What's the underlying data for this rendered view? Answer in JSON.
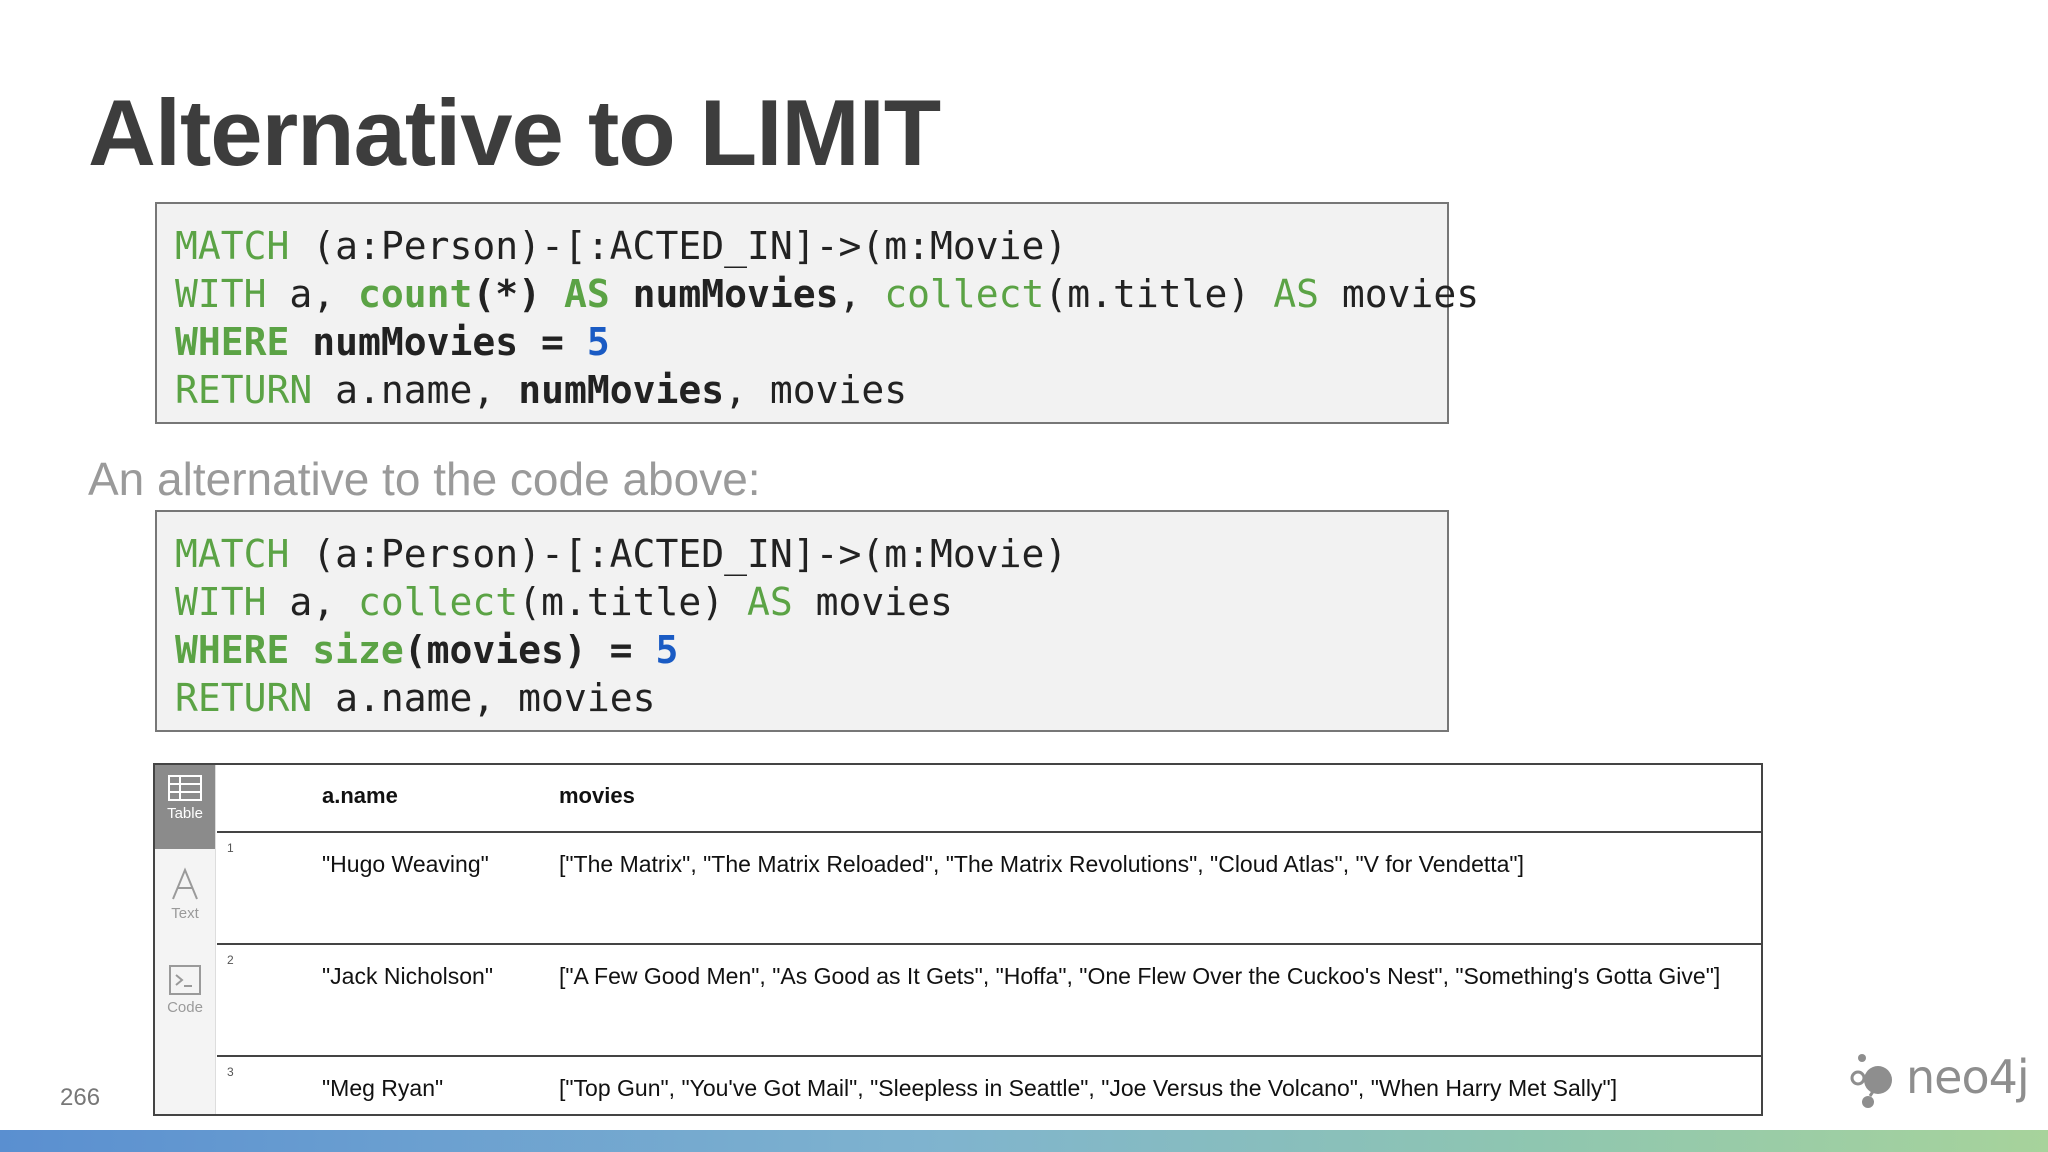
{
  "title": "Alternative to LIMIT",
  "subtitle": "An alternative to the code above:",
  "code1": {
    "l1_kw": "MATCH",
    "l1_rest": " (a:Person)-[:ACTED_IN]->(m:Movie)",
    "l2_kw": "WITH",
    "l2_a": " a, ",
    "l2_count": "count",
    "l2_star": "(*) ",
    "l2_as1": "AS",
    "l2_num": " numMovies",
    "l2_comma": ", ",
    "l2_collect": "collect",
    "l2_arg": "(m.title) ",
    "l2_as2": "AS",
    "l2_movies": " movies",
    "l3_kw": "WHERE",
    "l3_num": " numMovies = ",
    "l3_val": "5",
    "l4_kw": "RETURN",
    "l4_a": " a.name, ",
    "l4_num": "numMovies",
    "l4_rest": ", movies"
  },
  "code2": {
    "l1_kw": "MATCH",
    "l1_rest": " (a:Person)-[:ACTED_IN]->(m:Movie)",
    "l2_kw": "WITH",
    "l2_a": " a, ",
    "l2_collect": "collect",
    "l2_arg": "(m.title) ",
    "l2_as": "AS",
    "l2_movies": " movies",
    "l3_kw": "WHERE",
    "l3_size": " size",
    "l3_arg": "(movies) = ",
    "l3_val": "5",
    "l4_kw": "RETURN",
    "l4_rest": " a.name, movies"
  },
  "results": {
    "tabs": {
      "table": "Table",
      "text": "Text",
      "code": "Code"
    },
    "columns": [
      "a.name",
      "movies"
    ],
    "rows": [
      {
        "num": "1",
        "name": "\"Hugo Weaving\"",
        "movies": "[\"The Matrix\", \"The Matrix Reloaded\", \"The Matrix Revolutions\", \"Cloud Atlas\", \"V for Vendetta\"]"
      },
      {
        "num": "2",
        "name": "\"Jack Nicholson\"",
        "movies": "[\"A Few Good Men\", \"As Good as It Gets\", \"Hoffa\", \"One Flew Over the Cuckoo's Nest\", \"Something's Gotta Give\"]"
      },
      {
        "num": "3",
        "name": "\"Meg Ryan\"",
        "movies": "[\"Top Gun\", \"You've Got Mail\", \"Sleepless in Seattle\", \"Joe Versus the Volcano\", \"When Harry Met Sally\"]"
      }
    ]
  },
  "page_number": "266",
  "logo": "neo4j",
  "colors": {
    "keyword": "#5ba345",
    "number": "#1a5bc4",
    "title": "#3d3d3d"
  }
}
